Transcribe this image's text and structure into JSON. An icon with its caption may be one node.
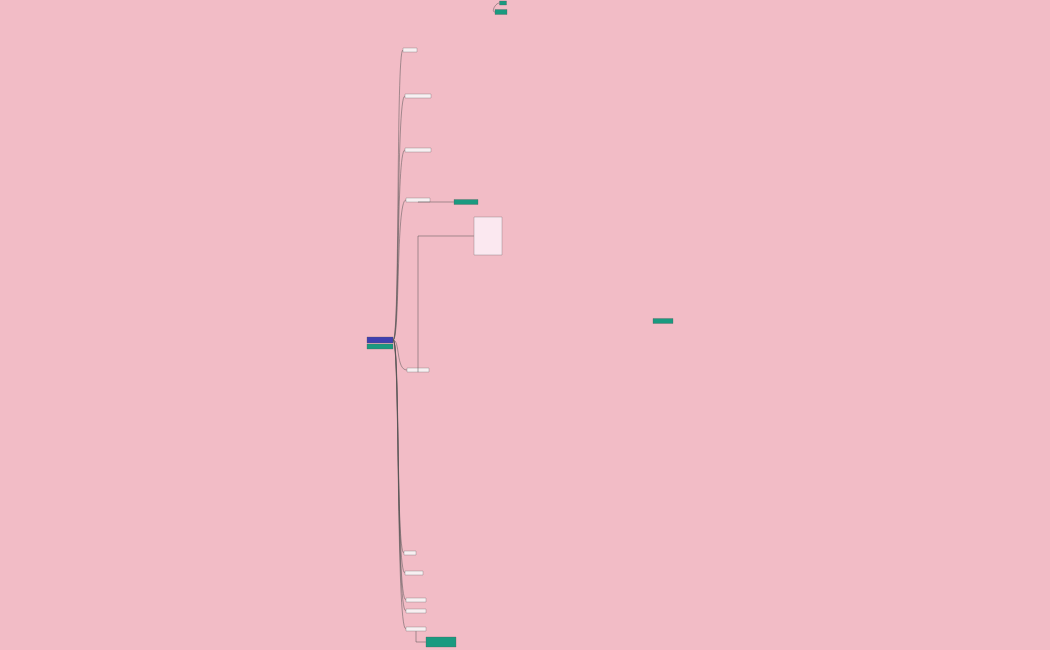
{
  "diagram": {
    "nodes": [
      {
        "text": [],
        "shape": "box"
      },
      {
        "text": [],
        "shape": "box"
      },
      {
        "text": [],
        "shape": "box"
      },
      {
        "text": [],
        "shape": "box"
      },
      {
        "text": [],
        "shape": "box"
      },
      {
        "text": [],
        "shape": "box"
      },
      {
        "text": [],
        "shape": "box"
      },
      {
        "text": [],
        "shape": "box"
      },
      {
        "text": [],
        "shape": "box"
      },
      {
        "text": [],
        "shape": "box"
      },
      {
        "text": [],
        "shape": "box"
      },
      {
        "text": [],
        "shape": "box"
      },
      {
        "text": [],
        "shape": "box"
      },
      {
        "text": [],
        "shape": "box"
      },
      {
        "text": [],
        "shape": "box"
      },
      {
        "text": [],
        "shape": "box"
      },
      {
        "text": [],
        "shape": "box"
      },
      {
        "text": [],
        "shape": "box"
      }
    ],
    "edges": [
      {
        "from": 0,
        "to": 2,
        "arrow": "none"
      },
      {
        "from": 0,
        "to": 3,
        "arrow": "none"
      },
      {
        "from": 0,
        "to": 4,
        "arrow": "none"
      },
      {
        "from": 0,
        "to": 5,
        "arrow": "none"
      },
      {
        "from": 0,
        "to": 6,
        "arrow": "none"
      },
      {
        "from": 0,
        "to": 7,
        "arrow": "none"
      },
      {
        "from": 0,
        "to": 8,
        "arrow": "none"
      },
      {
        "from": 0,
        "to": 9,
        "arrow": "none"
      },
      {
        "from": 0,
        "to": 10,
        "arrow": "none"
      },
      {
        "from": 0,
        "to": 11,
        "arrow": "none"
      },
      {
        "from": 12,
        "to": 13,
        "arrow": "none"
      },
      {
        "from": 5,
        "to": 15,
        "arrow": "none"
      },
      {
        "from": 11,
        "to": 16,
        "arrow": "none"
      },
      {
        "from": 6,
        "to": 17,
        "arrow": "none"
      }
    ]
  }
}
